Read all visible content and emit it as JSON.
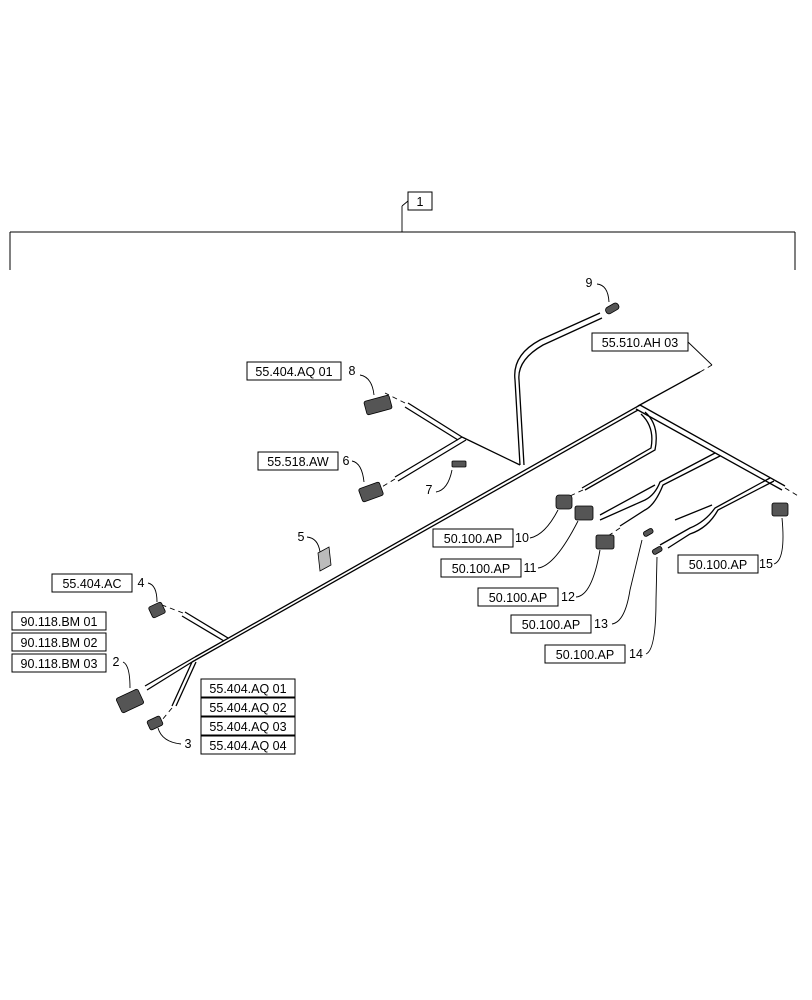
{
  "assembly_callout": "1",
  "parts": [
    {
      "num": "2",
      "refs": [
        "90.118.BM 01",
        "90.118.BM 02",
        "90.118.BM 03"
      ]
    },
    {
      "num": "3",
      "refs": [
        "55.404.AQ 01",
        "55.404.AQ 02",
        "55.404.AQ 03",
        "55.404.AQ 04"
      ]
    },
    {
      "num": "4",
      "refs": [
        "55.404.AC"
      ]
    },
    {
      "num": "5",
      "refs": []
    },
    {
      "num": "6",
      "refs": [
        "55.518.AW"
      ]
    },
    {
      "num": "7",
      "refs": []
    },
    {
      "num": "8",
      "refs": [
        "55.404.AQ 01"
      ]
    },
    {
      "num": "9",
      "refs": [
        "55.510.AH 03"
      ]
    },
    {
      "num": "10",
      "refs": [
        "50.100.AP"
      ]
    },
    {
      "num": "11",
      "refs": [
        "50.100.AP"
      ]
    },
    {
      "num": "12",
      "refs": [
        "50.100.AP"
      ]
    },
    {
      "num": "13",
      "refs": [
        "50.100.AP"
      ]
    },
    {
      "num": "14",
      "refs": [
        "50.100.AP"
      ]
    },
    {
      "num": "15",
      "refs": [
        "50.100.AP"
      ]
    }
  ]
}
